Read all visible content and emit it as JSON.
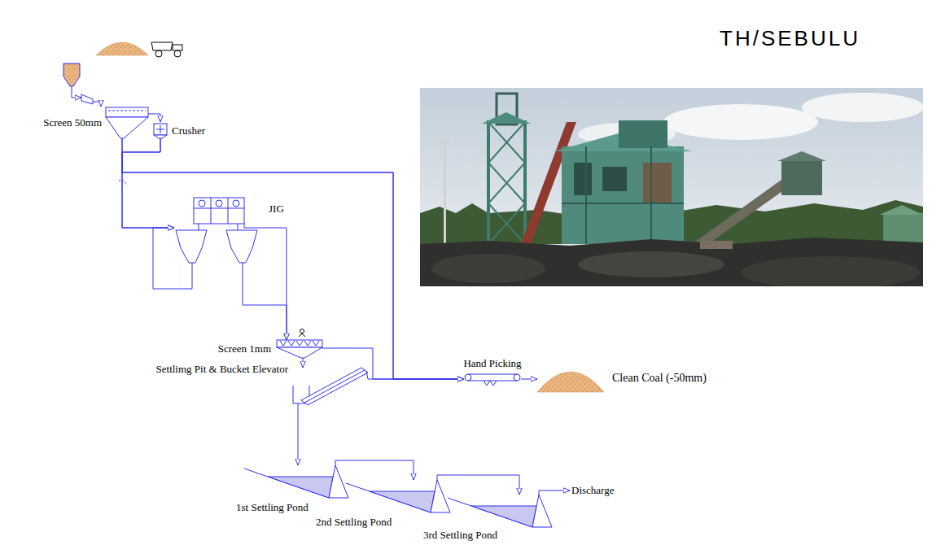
{
  "diagram": {
    "title": "TH/SEBULU",
    "nodes": [
      {
        "text": [
          "Screen 50mm"
        ]
      },
      {
        "text": [
          "Crusher"
        ]
      },
      {
        "text": [
          "JIG"
        ]
      },
      {
        "text": [
          "Screen 1mm"
        ]
      },
      {
        "text": [
          "Settlimg Pit & Bucket Elevator"
        ]
      },
      {
        "text": [
          "Hand Picking"
        ]
      },
      {
        "text": [
          "Clean Coal (-50mm)"
        ]
      },
      {
        "text": [
          "1st Settling Pond"
        ]
      },
      {
        "text": [
          "2nd Settling Pond"
        ]
      },
      {
        "text": [
          "3rd Settling Pond"
        ]
      },
      {
        "text": [
          "Discharge"
        ]
      }
    ],
    "edges": [
      {
        "from": 0,
        "to": 1,
        "arrow": "to"
      },
      {
        "from": 0,
        "to": 2,
        "arrow": "to"
      },
      {
        "from": 1,
        "to": 2,
        "arrow": "to"
      },
      {
        "from": 0,
        "to": 5,
        "arrow": "to"
      },
      {
        "from": 1,
        "to": 5,
        "arrow": "to"
      },
      {
        "from": 2,
        "to": 3,
        "arrow": "to"
      },
      {
        "from": 2,
        "to": 3,
        "arrow": "to"
      },
      {
        "from": 2,
        "to": 2,
        "arrow": "to"
      },
      {
        "from": 3,
        "to": 5,
        "arrow": "to"
      },
      {
        "from": 3,
        "to": 4,
        "arrow": "to"
      },
      {
        "from": 4,
        "to": 5,
        "arrow": "to"
      },
      {
        "from": 4,
        "to": 7,
        "arrow": "to"
      },
      {
        "from": 7,
        "to": 8,
        "arrow": "to"
      },
      {
        "from": 8,
        "to": 9,
        "arrow": "to"
      },
      {
        "from": 9,
        "to": 10,
        "arrow": "to"
      },
      {
        "from": 5,
        "to": 6,
        "arrow": "to"
      }
    ]
  }
}
